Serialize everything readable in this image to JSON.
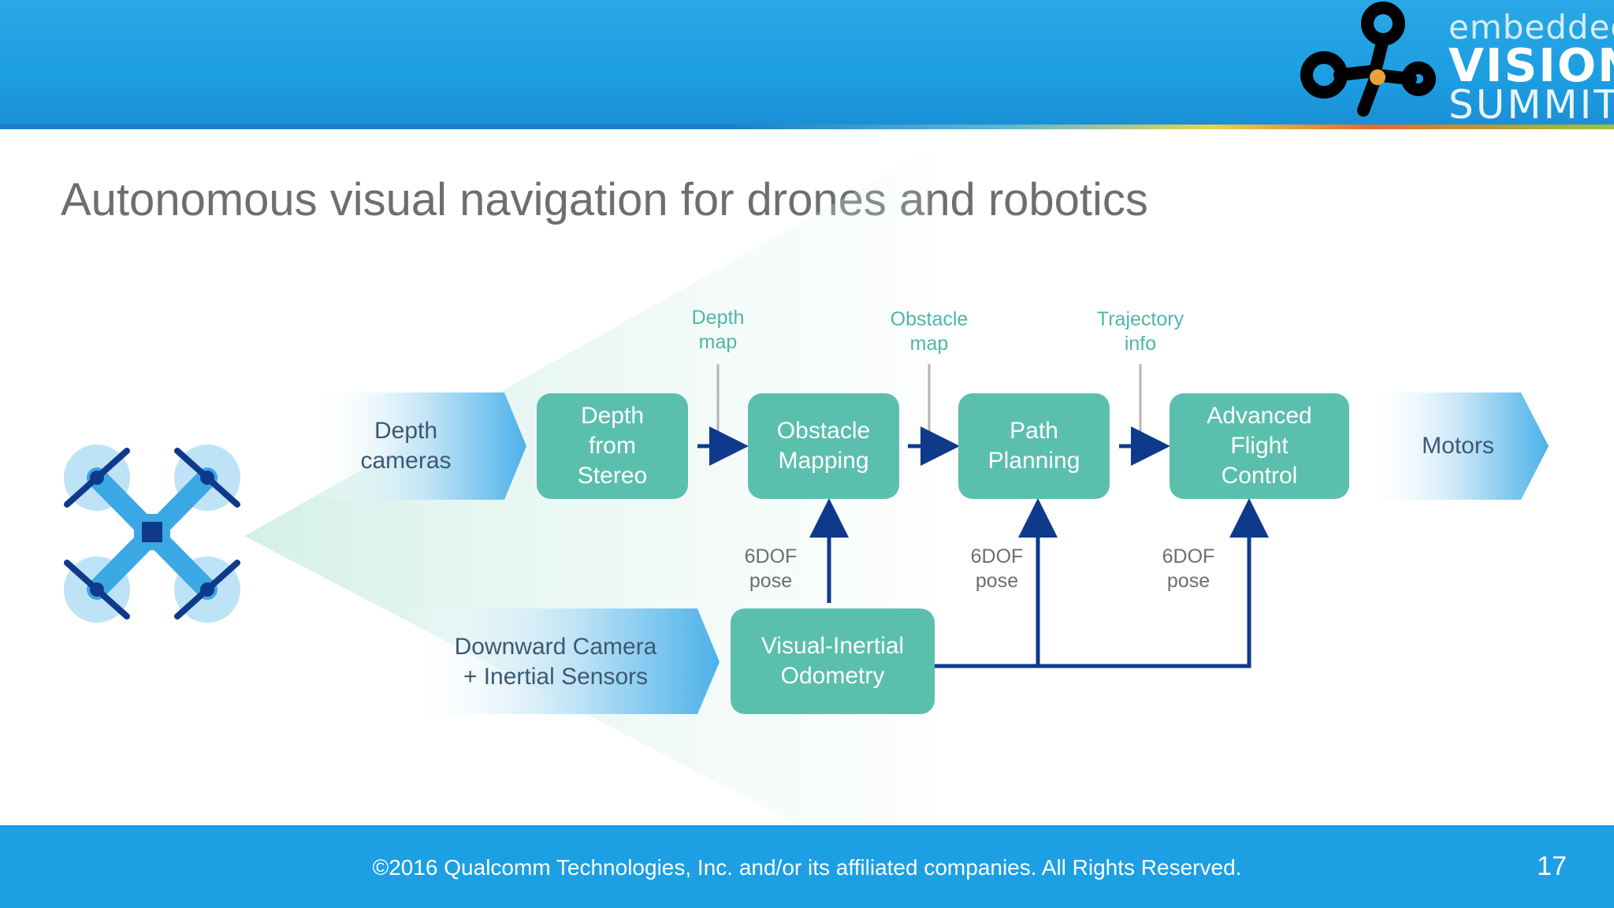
{
  "slide": {
    "title": "Autonomous visual navigation for drones and robotics",
    "footer": "©2016 Qualcomm Technologies, Inc. and/or its affiliated companies. All Rights Reserved.",
    "page_number": "17"
  },
  "logo": {
    "line1": "embedded",
    "line2": "VISION",
    "line3": "SUMMIT"
  },
  "inputs": {
    "depth_cameras": "Depth\ncameras",
    "downward_camera": "Downward Camera\n+ Inertial Sensors",
    "motors": "Motors"
  },
  "blocks": {
    "depth_from_stereo": "Depth\nfrom\nStereo",
    "obstacle_mapping": "Obstacle\nMapping",
    "path_planning": "Path\nPlanning",
    "advanced_flight_control": "Advanced\nFlight\nControl",
    "visual_inertial_odometry": "Visual-Inertial\nOdometry"
  },
  "signals": {
    "depth_map": "Depth\nmap",
    "obstacle_map": "Obstacle\nmap",
    "trajectory_info": "Trajectory\ninfo",
    "pose_1": "6DOF\npose",
    "pose_2": "6DOF\npose",
    "pose_3": "6DOF\npose"
  },
  "colors": {
    "header_blue": "#1d9ee2",
    "block_teal": "#5bbfad",
    "arrow_navy": "#0f3a8c",
    "title_gray": "#6d6e71",
    "drone_blue": "#3aa8e4"
  },
  "icons": {
    "drone": "quadcopter-icon"
  }
}
